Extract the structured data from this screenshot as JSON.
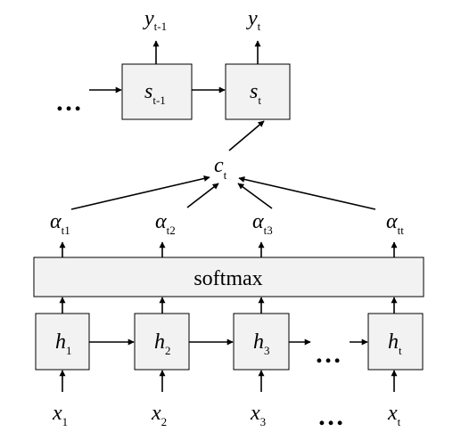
{
  "decoder": {
    "prev_output": {
      "base": "y",
      "sub": "t-1"
    },
    "curr_output": {
      "base": "y",
      "sub": "t"
    },
    "prev_state": {
      "base": "s",
      "sub": "t-1"
    },
    "curr_state": {
      "base": "s",
      "sub": "t"
    },
    "leading_dots": "…"
  },
  "context": {
    "base": "c",
    "sub": "t"
  },
  "weights": [
    {
      "base": "α",
      "sub": "t1"
    },
    {
      "base": "α",
      "sub": "t2"
    },
    {
      "base": "α",
      "sub": "t3"
    },
    {
      "base": "α",
      "sub": "tt"
    }
  ],
  "softmax": {
    "label": "softmax"
  },
  "hidden": [
    {
      "base": "h",
      "sub": "1"
    },
    {
      "base": "h",
      "sub": "2"
    },
    {
      "base": "h",
      "sub": "3"
    },
    {
      "base": "h",
      "sub": "t"
    }
  ],
  "inputs": [
    {
      "base": "x",
      "sub": "1"
    },
    {
      "base": "x",
      "sub": "2"
    },
    {
      "base": "x",
      "sub": "3"
    },
    {
      "base": "x",
      "sub": "t"
    }
  ],
  "hidden_dots": "…",
  "input_dots": "…"
}
